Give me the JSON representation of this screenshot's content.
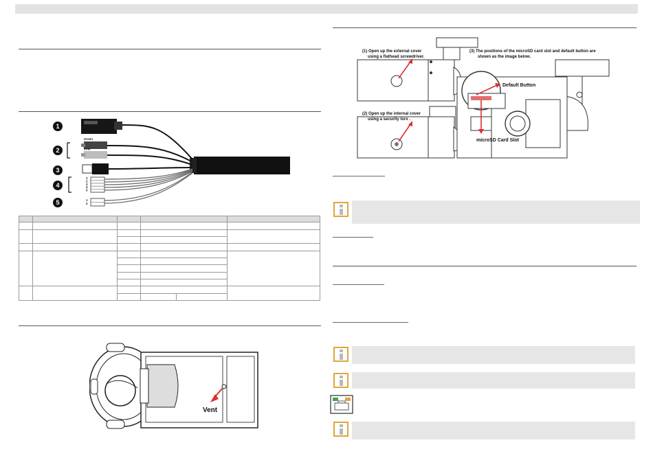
{
  "cable_figure": {
    "callouts": [
      "1",
      "2",
      "3",
      "4",
      "5"
    ],
    "color_labels": [
      "Green",
      "Pink"
    ],
    "pin_labels_group4": [
      "1",
      "2",
      "3",
      "4",
      "5"
    ],
    "pin_labels_group5": [
      "1",
      "2"
    ]
  },
  "vent_figure": {
    "label": "Vent"
  },
  "sd_figure": {
    "step1": [
      "(1) Open up the external cover",
      "using a flathead screwdriver."
    ],
    "step2": [
      "(2) Open up the internal cover",
      "using a security torx ."
    ],
    "step3": [
      "(3) The positions of the microSD card slot and default button are",
      "shown as the image below."
    ],
    "default_button": "Default Button",
    "sd_slot": "microSD Card Slot"
  },
  "colors": {
    "note_bg": "#e6e6e6",
    "info_border": "#e2a43a",
    "arrow_red": "#d93030",
    "led_green": "#3aa74a",
    "led_orange": "#e8a23a"
  },
  "icons": [
    "info-icon",
    "info-icon",
    "info-icon",
    "ethernet-port-icon",
    "info-icon"
  ]
}
